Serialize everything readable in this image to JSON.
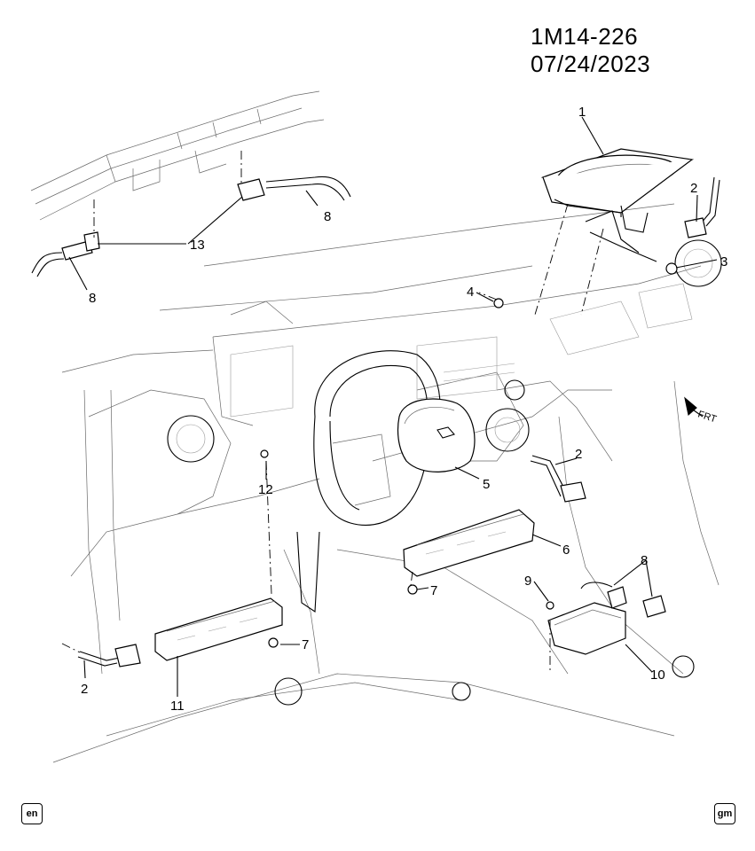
{
  "header": {
    "reference": "1M14-226  07/24/2023"
  },
  "direction_label": "FRT",
  "callouts": [
    "1",
    "2",
    "3",
    "8",
    "13",
    "8",
    "4",
    "5",
    "12",
    "2",
    "6",
    "7",
    "9",
    "8",
    "10",
    "2",
    "11",
    "7"
  ],
  "footer": {
    "language_badge": "en",
    "brand_badge": "gm"
  }
}
